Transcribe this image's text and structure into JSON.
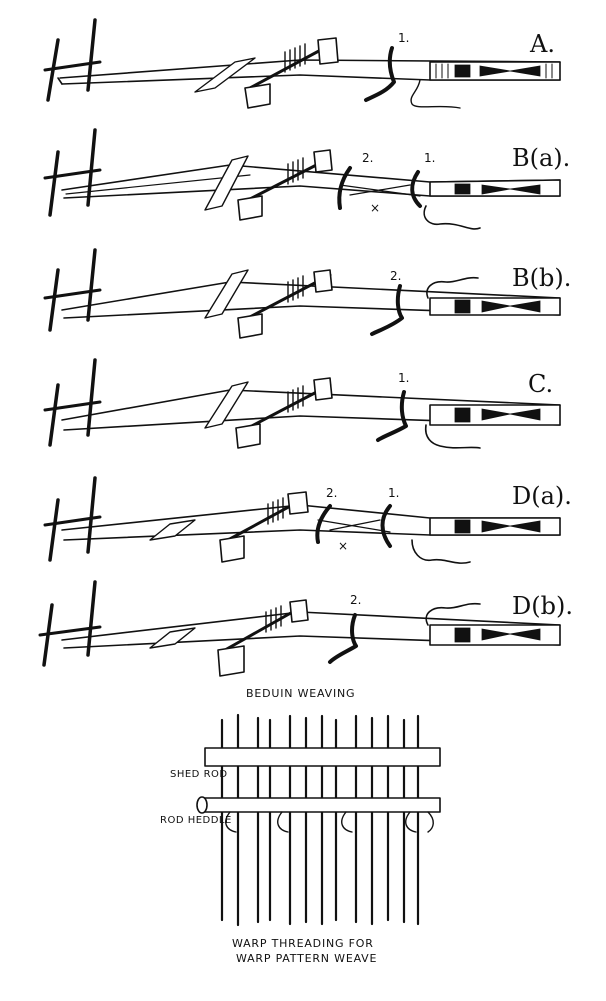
{
  "panels": [
    {
      "label": "A.",
      "numbers": [
        "1."
      ]
    },
    {
      "label": "B(a).",
      "numbers": [
        "2.",
        "1."
      ],
      "cross": "×"
    },
    {
      "label": "B(b).",
      "numbers": [
        "2."
      ]
    },
    {
      "label": "C.",
      "numbers": [
        "1."
      ]
    },
    {
      "label": "D(a).",
      "numbers": [
        "2.",
        "1."
      ],
      "cross": "×"
    },
    {
      "label": "D(b).",
      "numbers": [
        "2."
      ]
    }
  ],
  "title": "BEDUIN WEAVING",
  "detail": {
    "shed_rod_label": "SHED ROD",
    "rod_heddle_label": "ROD HEDDLE"
  },
  "caption": {
    "line1": "WARP THREADING FOR",
    "line2": "WARP PATTERN WEAVE"
  }
}
